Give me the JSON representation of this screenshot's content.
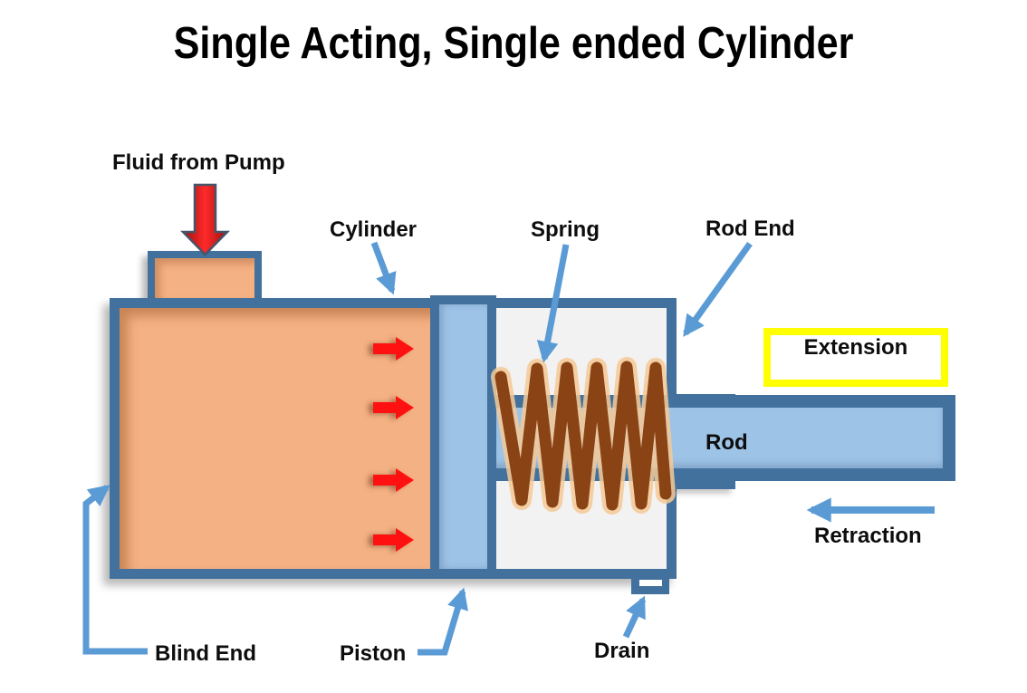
{
  "title": "Single Acting, Single ended Cylinder",
  "labels": {
    "fluid_from_pump": "Fluid from Pump",
    "cylinder": "Cylinder",
    "spring": "Spring",
    "rod_end": "Rod End",
    "rod": "Rod",
    "extension": "Extension",
    "retraction": "Retraction",
    "blind_end": "Blind End",
    "piston": "Piston",
    "drain": "Drain"
  },
  "colors": {
    "outline_blue": "#41719c",
    "fluid_orange": "#f4b183",
    "piston_rod_fill": "#9dc3e6",
    "rod_end_chamber_gray": "#f2f2f2",
    "callout_arrow_blue": "#5b9bd5",
    "fluid_arrow_red": "#ff2222",
    "spring_brown": "#8a4315",
    "spring_glow": "#f6c996",
    "extension_border_yellow": "#ffff00",
    "text_black": "#0d0d0d"
  }
}
